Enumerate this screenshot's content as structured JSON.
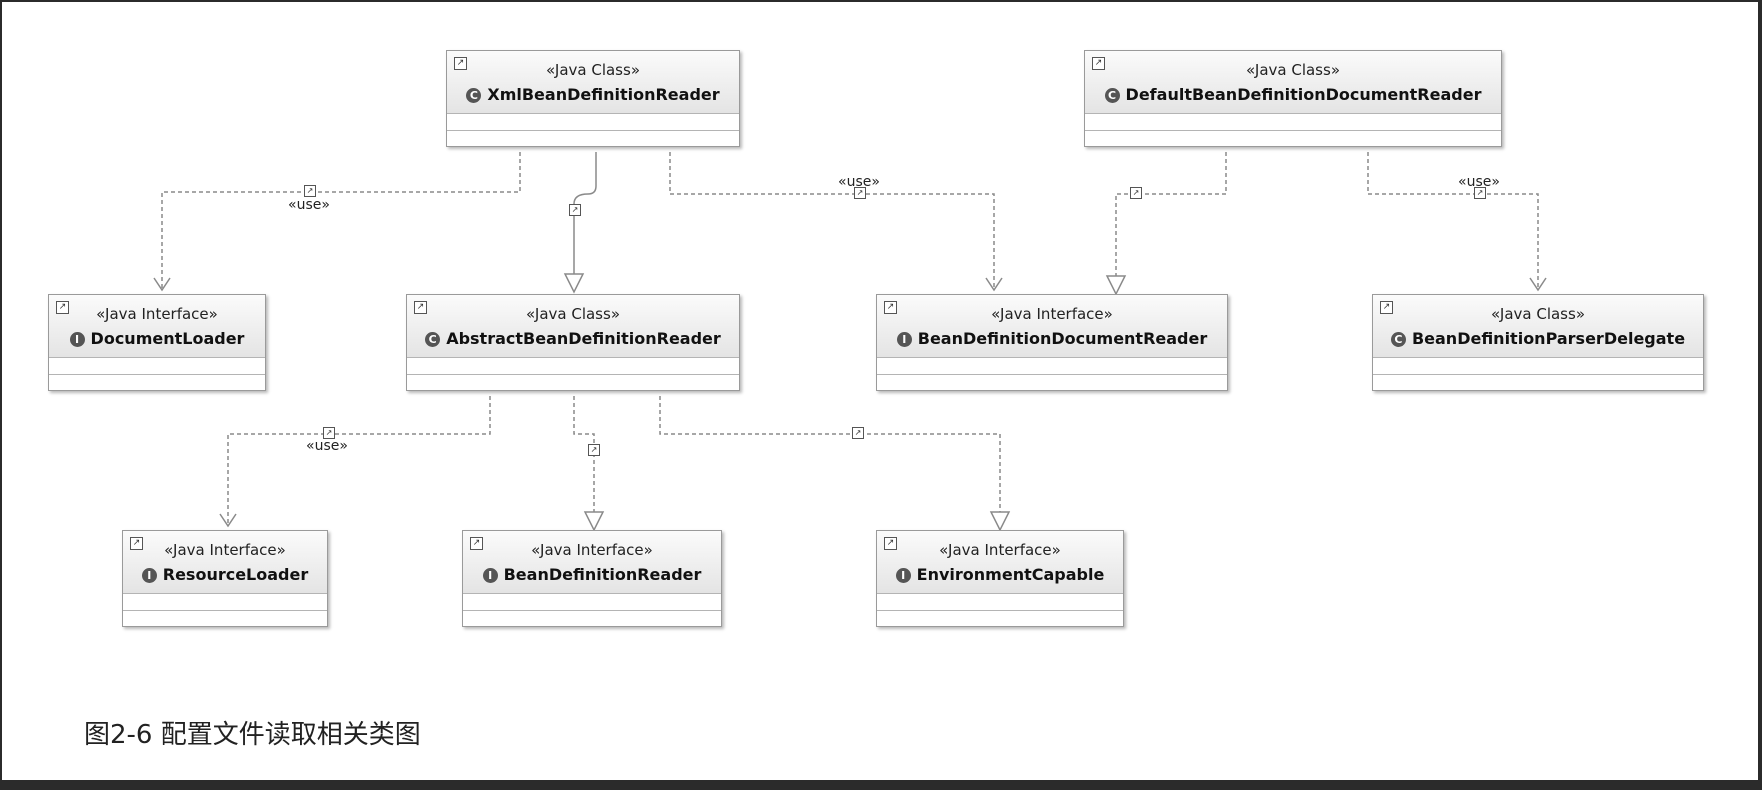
{
  "diagram": {
    "nodes": [
      {
        "id": "xml_reader",
        "stereotype": "«Java Class»",
        "kind": "C",
        "name": "XmlBeanDefinitionReader"
      },
      {
        "id": "default_doc_reader",
        "stereotype": "«Java Class»",
        "kind": "C",
        "name": "DefaultBeanDefinitionDocumentReader"
      },
      {
        "id": "document_loader",
        "stereotype": "«Java Interface»",
        "kind": "I",
        "name": "DocumentLoader"
      },
      {
        "id": "abstract_reader",
        "stereotype": "«Java Class»",
        "kind": "C",
        "name": "AbstractBeanDefinitionReader"
      },
      {
        "id": "doc_reader_iface",
        "stereotype": "«Java Interface»",
        "kind": "I",
        "name": "BeanDefinitionDocumentReader"
      },
      {
        "id": "parser_delegate",
        "stereotype": "«Java Class»",
        "kind": "C",
        "name": "BeanDefinitionParserDelegate"
      },
      {
        "id": "resource_loader",
        "stereotype": "«Java Interface»",
        "kind": "I",
        "name": "ResourceLoader"
      },
      {
        "id": "bean_def_reader",
        "stereotype": "«Java Interface»",
        "kind": "I",
        "name": "BeanDefinitionReader"
      },
      {
        "id": "env_capable",
        "stereotype": "«Java Interface»",
        "kind": "I",
        "name": "EnvironmentCapable"
      }
    ],
    "edges": [
      {
        "from": "xml_reader",
        "to": "document_loader",
        "type": "dependency",
        "label": "«use»"
      },
      {
        "from": "xml_reader",
        "to": "abstract_reader",
        "type": "generalization",
        "label": ""
      },
      {
        "from": "xml_reader",
        "to": "doc_reader_iface",
        "type": "dependency",
        "label": "«use»"
      },
      {
        "from": "default_doc_reader",
        "to": "doc_reader_iface",
        "type": "realization",
        "label": ""
      },
      {
        "from": "default_doc_reader",
        "to": "parser_delegate",
        "type": "dependency",
        "label": "«use»"
      },
      {
        "from": "abstract_reader",
        "to": "resource_loader",
        "type": "dependency",
        "label": "«use»"
      },
      {
        "from": "abstract_reader",
        "to": "bean_def_reader",
        "type": "realization",
        "label": ""
      },
      {
        "from": "abstract_reader",
        "to": "env_capable",
        "type": "realization",
        "label": ""
      }
    ]
  },
  "caption": "图2-6 配置文件读取相关类图",
  "colors": {
    "line": "#8a8a8a",
    "header_top": "#fbfbfb",
    "header_bottom": "#e4e4e4"
  }
}
